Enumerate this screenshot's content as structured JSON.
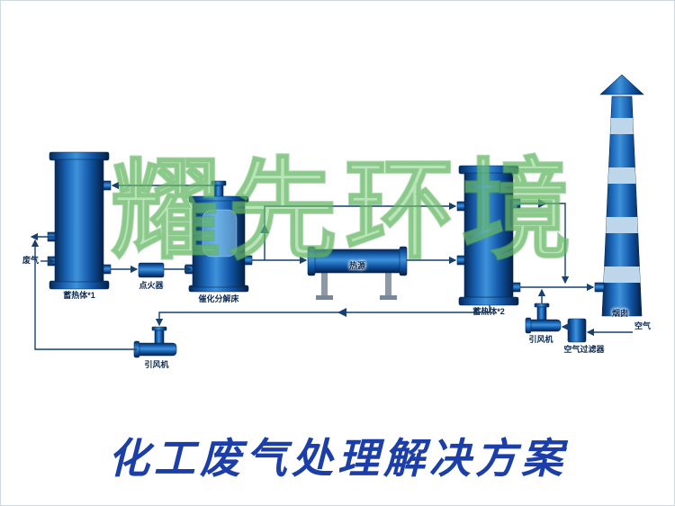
{
  "watermark": {
    "text": "耀先环境"
  },
  "title": {
    "text": "化工废气处理解决方案"
  },
  "diagram": {
    "labels": {
      "waste_gas": "废气",
      "regenerator_1": "蓄热体*1",
      "igniter": "点火器",
      "catalytic_bed": "催化分解床",
      "heat_source": "热源",
      "regenerator_2": "蓄热体*2",
      "fan_left": "引风机",
      "fan_right": "引风机",
      "air_filter": "空气过滤器",
      "air": "空气",
      "chimney": "烟囱"
    },
    "colors": {
      "vessel_blue": "#1a66b8",
      "vessel_highlight": "#3e92da",
      "chimney_stripe": "#bdd6e9",
      "pipe_line": "#16406f",
      "support_grey": "#8d9aa6",
      "watermark_green": "#80cc80",
      "title_blue": "#1c3ea9"
    }
  }
}
